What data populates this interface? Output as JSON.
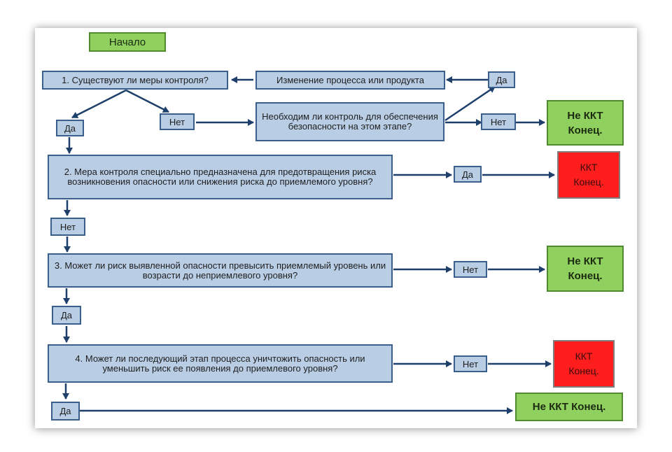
{
  "start": "Начало",
  "steps": {
    "q1": "1. Существуют ли меры контроля?",
    "change": "Изменение процесса или продукта",
    "need_control": "Необходим ли контроль для обеспечения безопасности на этом этапе?",
    "q2": "2. Мера контроля специально предназначена для предотвращения риска возникновения опасности или снижения риска до приемлемого уровня?",
    "q3": "3. Может ли риск выявленной опасности превысить приемлемый уровень или возрасти до неприемлевого уровня?",
    "q4": "4. Может ли последующий этап процесса уничтожить опасность или уменьшить риск ее появления до приемлевого уровня?"
  },
  "labels": {
    "yes": "Да",
    "no": "Нет"
  },
  "ends": {
    "not_ccp_line1": "Не ККТ",
    "not_ccp_line2": "Конец.",
    "ccp_line1": "ККТ",
    "ccp_line2": "Конец.",
    "not_ccp_final": "Не ККТ Конец."
  }
}
